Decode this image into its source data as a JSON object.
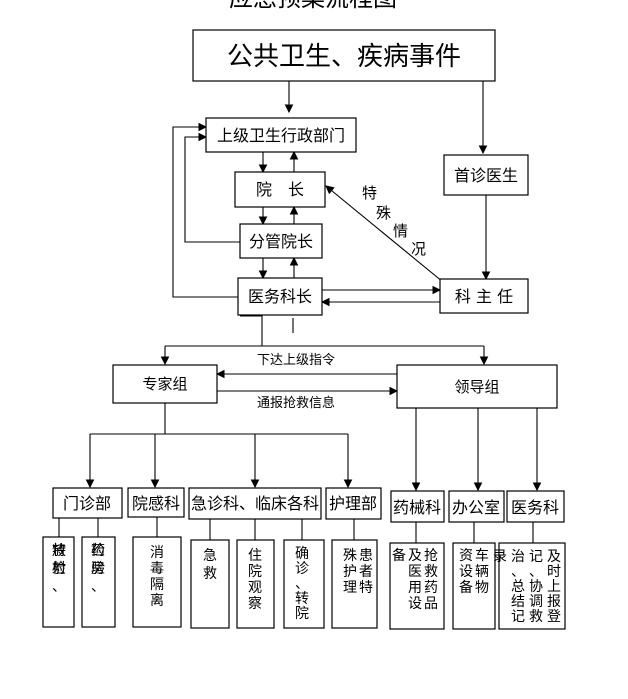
{
  "title": "应急预案流程图",
  "top_event": "公共卫生、疾病事件",
  "nodes": {
    "admin": "上级卫生行政部门",
    "dean": "院　长",
    "vice_dean": "分管院长",
    "medical_affairs": "医务科长",
    "first_doctor": "首诊医生",
    "dept_head": "科 主 任",
    "experts": "专家组",
    "leaders": "领导组"
  },
  "edge_labels": {
    "special": "特殊情况",
    "directive": "下达上级指令",
    "report": "通报抢救信息"
  },
  "departments": {
    "outpatient": "门诊部",
    "infection": "院感科",
    "emergency": "急诊科、临床各科",
    "nursing": "护理部",
    "pharmacy": "药械科",
    "office": "办公室",
    "medical": "医务科"
  },
  "tasks": {
    "special_exam": "特检、放射",
    "pharmacy_lab": "药房、检验",
    "disinfect": "消毒隔离",
    "first_aid": "急救",
    "observation": "住院观察",
    "transfer": "确诊、转院",
    "patient_care": "患者特殊护理",
    "supplies": "抢救药品及医用设备",
    "vehicles": "车辆物资设备",
    "report": "及时上报登记、协调救治、总结记录"
  }
}
